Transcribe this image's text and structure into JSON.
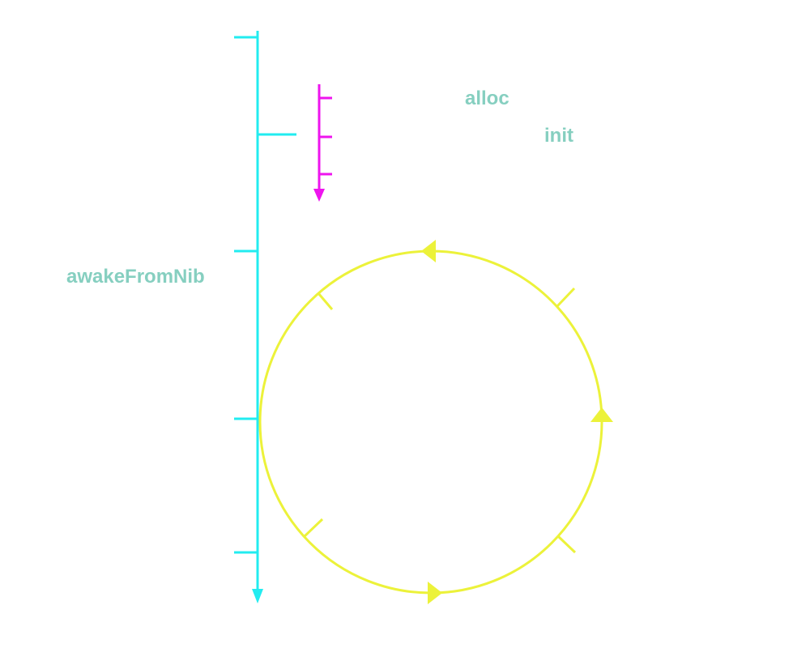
{
  "colors": {
    "main_timeline": "#22ecf0",
    "init_timeline": "#ee14ee",
    "run_loop": "#ecf23a",
    "label_text": "#86cfc0",
    "background": "#ffffff"
  },
  "labels": {
    "alloc": "alloc",
    "init": "init",
    "awake_from_nib": "awakeFromNib"
  }
}
